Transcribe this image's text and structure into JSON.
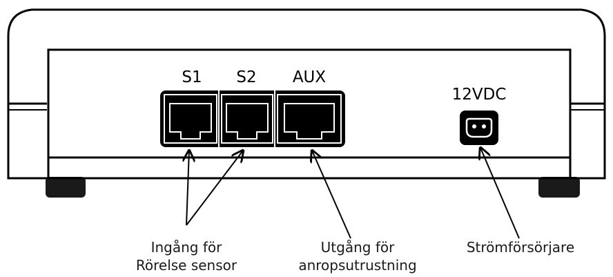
{
  "ports": {
    "s1": "S1",
    "s2": "S2",
    "aux": "AUX"
  },
  "power": {
    "label": "12VDC"
  },
  "callouts": {
    "motion_sensor_input": {
      "line1": "Ingång för",
      "line2": "Rörelse sensor"
    },
    "call_equipment_output": {
      "line1": "Utgång för",
      "line2": "anropsutrustning"
    },
    "power_supply": {
      "line1": "Strömförsörjare"
    }
  }
}
